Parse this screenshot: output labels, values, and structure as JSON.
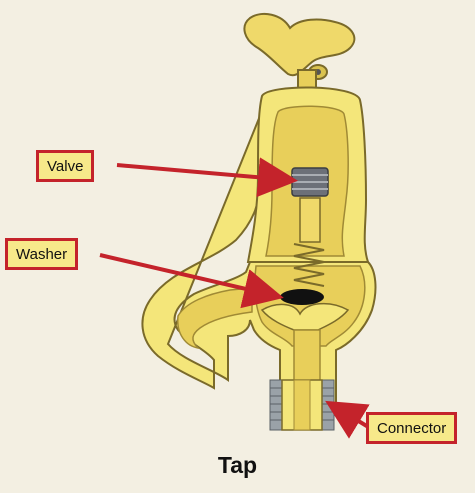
{
  "labels": {
    "valve": "Valve",
    "washer": "Washer",
    "connector": "Connector"
  },
  "title": "Tap",
  "colors": {
    "background": "#f3efe2",
    "body_fill": "#f4e67a",
    "body_inner": "#e8cf5a",
    "outline": "#7a6a2a",
    "label_fill": "#f7e98a",
    "label_border": "#c4232b",
    "arrow": "#c4232b",
    "washer": "#111111",
    "valve_thread": "#6c7078",
    "connector_thread": "#9aa2a8"
  }
}
